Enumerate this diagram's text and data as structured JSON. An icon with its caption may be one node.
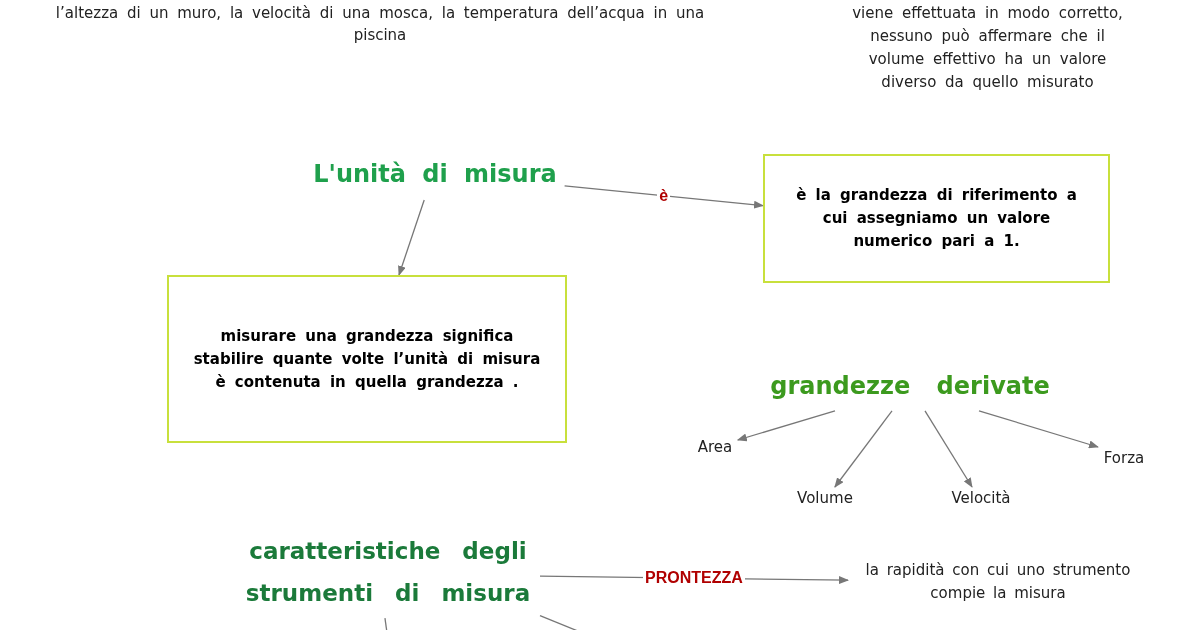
{
  "diagram": {
    "nodes": [
      {
        "text": [
          "L'unità di misura"
        ]
      },
      {
        "text": [
          "è la grandezza di riferimento a cui assegniamo un valore numerico pari a 1."
        ]
      },
      {
        "text": [
          "misurare una grandezza significa stabilire quante volte l’unità di misura è contenuta in quella grandezza ."
        ]
      },
      {
        "text": [
          "grandezze derivate"
        ]
      },
      {
        "text": [
          "Area"
        ]
      },
      {
        "text": [
          "Volume"
        ]
      },
      {
        "text": [
          "Velocità"
        ]
      },
      {
        "text": [
          "Forza"
        ]
      },
      {
        "text": [
          "caratteristiche degli strumenti di misura"
        ]
      },
      {
        "text": [
          "la rapidità con cui uno strumento compie la misura"
        ]
      }
    ],
    "edges": [
      {
        "from": 0,
        "to": 1,
        "arrow": "to",
        "label": "è"
      },
      {
        "from": 0,
        "to": 2,
        "arrow": "to"
      },
      {
        "from": 3,
        "to": 4,
        "arrow": "to"
      },
      {
        "from": 3,
        "to": 5,
        "arrow": "to"
      },
      {
        "from": 3,
        "to": 6,
        "arrow": "to"
      },
      {
        "from": 3,
        "to": 7,
        "arrow": "to"
      },
      {
        "from": 8,
        "to": 9,
        "arrow": "to",
        "label": "PRONTEZZA"
      },
      {
        "from": 8,
        "to": null,
        "arrow": "none"
      },
      {
        "from": 8,
        "to": null,
        "arrow": "none"
      }
    ],
    "labels": [
      "l’altezza di un muro, la velocità di una mosca, la temperatura dell’acqua in una piscina",
      "viene effettuata in modo corretto, nessuno può affermare che il volume effettivo ha un valore diverso da quello misurato"
    ]
  }
}
